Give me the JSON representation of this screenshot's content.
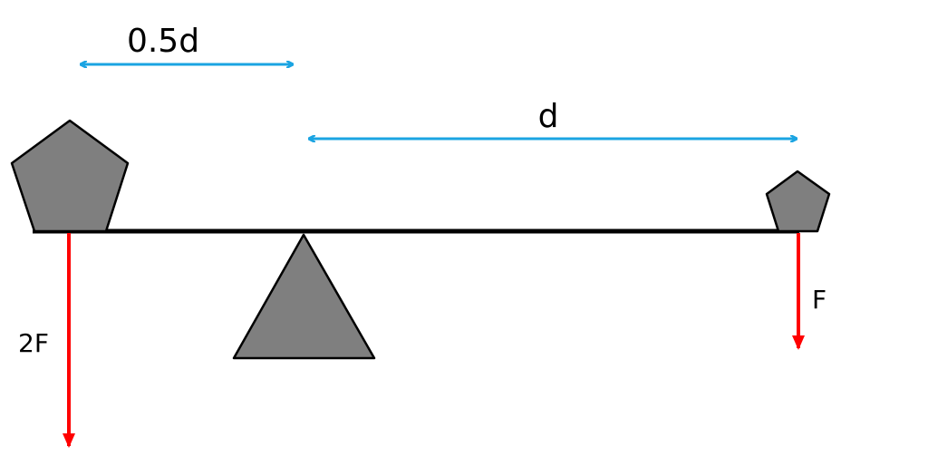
{
  "labels": {
    "short_distance": "0.5d",
    "long_distance": "d",
    "left_force": "2F",
    "right_force": "F"
  },
  "colors": {
    "dimension_arrow": "#1ba4e2",
    "force_arrow": "#ff0000",
    "shape_fill": "#7f7f7f",
    "outline": "#000000"
  }
}
